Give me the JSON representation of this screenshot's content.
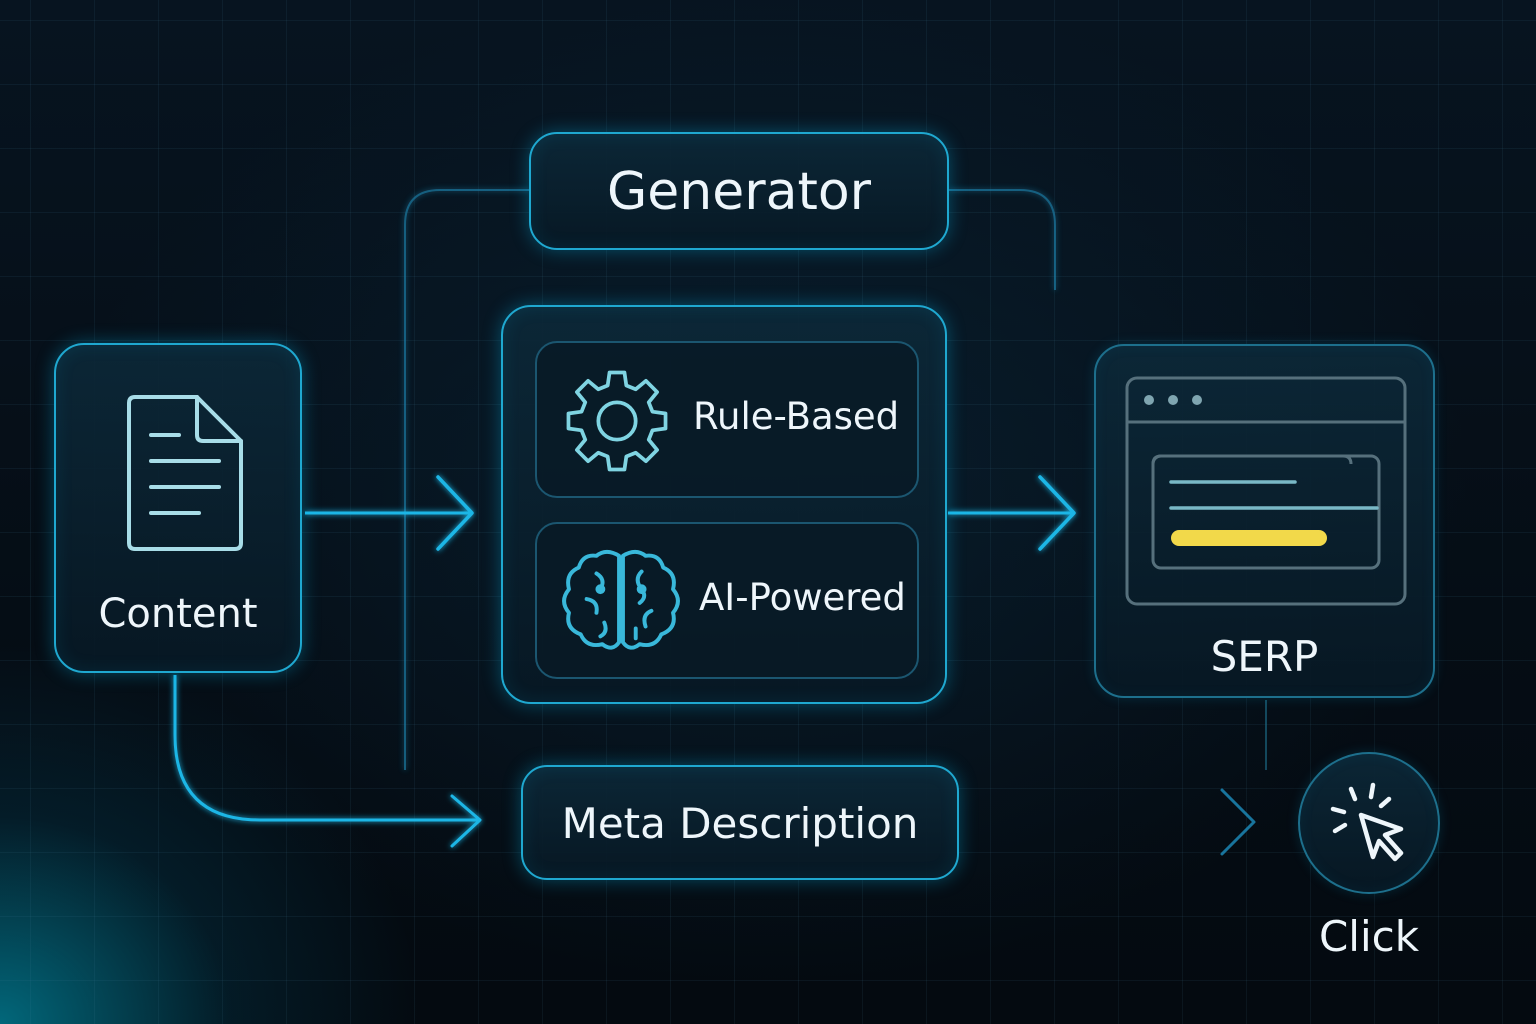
{
  "nodes": {
    "generator": {
      "label": "Generator"
    },
    "content": {
      "label": "Content"
    },
    "rule_based": {
      "label": "Rule-Based"
    },
    "ai_powered": {
      "label": "AI-Powered"
    },
    "serp": {
      "label": "SERP"
    },
    "meta_description": {
      "label": "Meta Description"
    },
    "click": {
      "label": "Click"
    }
  },
  "icons": {
    "content": "document-icon",
    "rule_based": "gear-icon",
    "ai_powered": "brain-icon",
    "serp": "browser-window-icon",
    "click": "cursor-click-icon"
  },
  "colors": {
    "accent": "#1fa8d0",
    "wire": "#14a6d6",
    "highlight": "#f2d94a",
    "text": "#eef6fb",
    "background": "#040b12"
  }
}
